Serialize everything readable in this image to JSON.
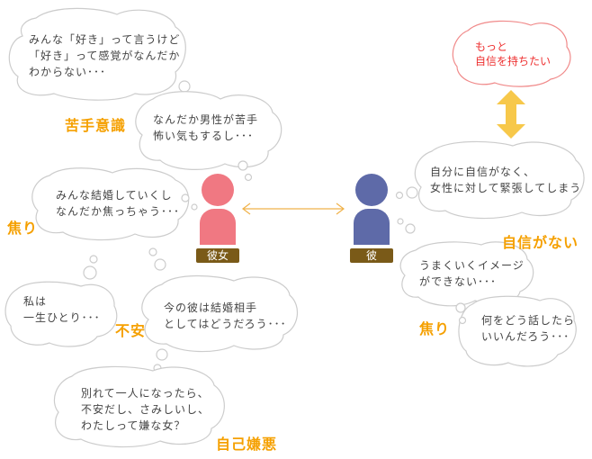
{
  "persons": {
    "woman": {
      "label": "彼女",
      "color": "#f07882"
    },
    "man": {
      "label": "彼",
      "color": "#5e6aa8"
    }
  },
  "woman_thoughts": {
    "like": "みんな「好き」って言うけど\n「好き」って感覚がなんだか\nわからない･･･",
    "men": "なんだか男性が苦手\n怖い気もするし･･･",
    "marriage": "みんな結婚していくし\nなんだか焦っちゃう･･･",
    "alone": "私は\n一生ひとり･･･",
    "boyfriend": "今の彼は結婚相手\nとしてはどうだろう･･･",
    "breakup": "別れて一人になったら、\n不安だし、さみしいし、\nわたしって嫌な女？"
  },
  "man_thoughts": {
    "confidence": "自分に自信がなく、\n女性に対して緊張してしまう",
    "image": "うまくいくイメージ\nができない･･･",
    "talk": "何をどう話したら\nいいんだろう･･･"
  },
  "wish": "もっと\n自信を持ちたい",
  "tags": {
    "nigate": "苦手意識",
    "aseri_left": "焦り",
    "fuan": "不安",
    "jikoken": "自己嫌悪",
    "jishin": "自信がない",
    "aseri_right": "焦り"
  },
  "colors": {
    "tag": "#f5a000",
    "arrow": "#f7c84a",
    "wish": "#ee3030",
    "bubble_border": "#cccccc",
    "label_bg": "#7a5a18"
  }
}
